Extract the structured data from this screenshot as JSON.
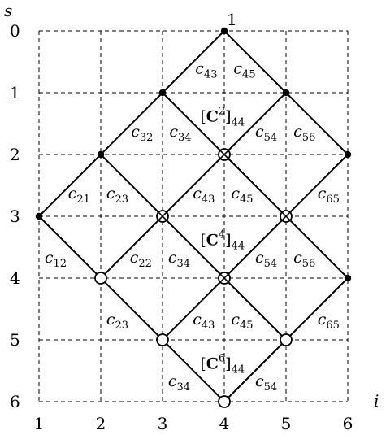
{
  "axes": {
    "x_label": "i",
    "y_label": "s",
    "x_ticks": [
      "1",
      "2",
      "3",
      "4",
      "5",
      "6"
    ],
    "y_ticks": [
      "0",
      "1",
      "2",
      "3",
      "4",
      "5",
      "6"
    ]
  },
  "top_label": "1",
  "edges": [
    [
      4,
      0,
      5,
      1
    ],
    [
      4,
      0,
      3,
      1
    ],
    [
      5,
      1,
      6,
      2
    ],
    [
      5,
      1,
      4,
      2
    ],
    [
      3,
      1,
      4,
      2
    ],
    [
      3,
      1,
      2,
      2
    ],
    [
      6,
      2,
      5,
      3
    ],
    [
      4,
      2,
      5,
      3
    ],
    [
      4,
      2,
      3,
      3
    ],
    [
      2,
      2,
      3,
      3
    ],
    [
      2,
      2,
      1,
      3
    ],
    [
      5,
      3,
      6,
      4
    ],
    [
      5,
      3,
      4,
      4
    ],
    [
      3,
      3,
      4,
      4
    ],
    [
      3,
      3,
      2,
      4
    ],
    [
      1,
      3,
      2,
      4
    ],
    [
      6,
      4,
      5,
      5
    ],
    [
      4,
      4,
      5,
      5
    ],
    [
      4,
      4,
      3,
      5
    ],
    [
      2,
      4,
      3,
      5
    ],
    [
      5,
      5,
      4,
      6
    ],
    [
      3,
      5,
      4,
      6
    ]
  ],
  "nodes": [
    {
      "i": 4,
      "s": 0,
      "type": "dot"
    },
    {
      "i": 3,
      "s": 1,
      "type": "dot"
    },
    {
      "i": 5,
      "s": 1,
      "type": "dot"
    },
    {
      "i": 2,
      "s": 2,
      "type": "dot"
    },
    {
      "i": 4,
      "s": 2,
      "type": "cross"
    },
    {
      "i": 6,
      "s": 2,
      "type": "dot"
    },
    {
      "i": 1,
      "s": 3,
      "type": "dot"
    },
    {
      "i": 3,
      "s": 3,
      "type": "cross"
    },
    {
      "i": 5,
      "s": 3,
      "type": "cross"
    },
    {
      "i": 2,
      "s": 4,
      "type": "ring"
    },
    {
      "i": 4,
      "s": 4,
      "type": "cross"
    },
    {
      "i": 6,
      "s": 4,
      "type": "dot"
    },
    {
      "i": 3,
      "s": 5,
      "type": "ring"
    },
    {
      "i": 5,
      "s": 5,
      "type": "ring"
    },
    {
      "i": 4,
      "s": 6,
      "type": "ring"
    }
  ],
  "edge_labels": [
    {
      "i": 3.53,
      "s": 0.6,
      "base": "c",
      "sub": "43"
    },
    {
      "i": 4.15,
      "s": 0.6,
      "base": "c",
      "sub": "45"
    },
    {
      "i": 2.49,
      "s": 1.62,
      "base": "c",
      "sub": "32"
    },
    {
      "i": 3.11,
      "s": 1.62,
      "base": "c",
      "sub": "34"
    },
    {
      "i": 4.5,
      "s": 1.62,
      "base": "c",
      "sub": "54"
    },
    {
      "i": 5.12,
      "s": 1.62,
      "base": "c",
      "sub": "56"
    },
    {
      "i": 1.47,
      "s": 2.62,
      "base": "c",
      "sub": "21"
    },
    {
      "i": 2.09,
      "s": 2.62,
      "base": "c",
      "sub": "23"
    },
    {
      "i": 3.49,
      "s": 2.62,
      "base": "c",
      "sub": "43"
    },
    {
      "i": 4.11,
      "s": 2.62,
      "base": "c",
      "sub": "45"
    },
    {
      "i": 5.51,
      "s": 2.62,
      "base": "c",
      "sub": "65"
    },
    {
      "i": 1.09,
      "s": 3.66,
      "base": "c",
      "sub": "12"
    },
    {
      "i": 2.47,
      "s": 3.66,
      "base": "c",
      "sub": "22"
    },
    {
      "i": 3.09,
      "s": 3.66,
      "base": "c",
      "sub": "34"
    },
    {
      "i": 4.5,
      "s": 3.66,
      "base": "c",
      "sub": "54"
    },
    {
      "i": 5.12,
      "s": 3.66,
      "base": "c",
      "sub": "56"
    },
    {
      "i": 2.09,
      "s": 4.66,
      "base": "c",
      "sub": "23"
    },
    {
      "i": 3.49,
      "s": 4.66,
      "base": "c",
      "sub": "43"
    },
    {
      "i": 4.11,
      "s": 4.66,
      "base": "c",
      "sub": "45"
    },
    {
      "i": 5.51,
      "s": 4.66,
      "base": "c",
      "sub": "65"
    },
    {
      "i": 3.09,
      "s": 5.66,
      "base": "c",
      "sub": "34"
    },
    {
      "i": 4.5,
      "s": 5.66,
      "base": "c",
      "sub": "54"
    }
  ],
  "matrix_labels": [
    {
      "i": 3.97,
      "s": 1.36,
      "base": "C",
      "sup": "2",
      "sub": "44"
    },
    {
      "i": 3.97,
      "s": 3.36,
      "base": "C",
      "sup": "4",
      "sub": "44"
    },
    {
      "i": 3.97,
      "s": 5.36,
      "base": "C",
      "sup": "6",
      "sub": "44"
    }
  ]
}
